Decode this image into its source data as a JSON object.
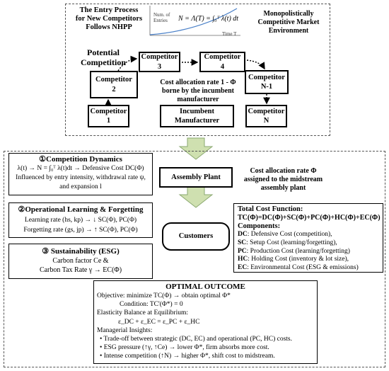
{
  "top": {
    "entry_process": [
      "The Entry Process",
      "for New Competitors",
      "Follows NHPP"
    ],
    "market_env": [
      "Monopolistically",
      "Competitive Market",
      "Environment"
    ],
    "potential": [
      "Potential",
      "Competition"
    ],
    "graph": {
      "ylabel": [
        "Num. of",
        "Entries"
      ],
      "formula": "N = Λ(T) = ∫₀ᵀ λ(t) dt",
      "xlabel": "Time T"
    },
    "competitors": {
      "c1": [
        "Competitor",
        "1"
      ],
      "c2": [
        "Competitor",
        "2"
      ],
      "c3": [
        "Competitor",
        "3"
      ],
      "c4": [
        "Competitor",
        "4"
      ],
      "cn1": [
        "Competitor",
        "N-1"
      ],
      "cn": [
        "Competitor",
        "N"
      ]
    },
    "allocation_text": [
      "Cost allocation rate 1 - Φ",
      "borne by the incumbent",
      "manufacturer"
    ],
    "incumbent": [
      "Incumbent",
      "Manufacturer"
    ]
  },
  "middle": {
    "assembly_plant": "Assembly Plant",
    "customers": "Customers",
    "allocation_phi": [
      "Cost allocation rate Φ",
      "assigned to the midstream",
      "assembly plant"
    ]
  },
  "left": {
    "competition": {
      "title": "①Competition Dynamics",
      "lines": [
        "λ(t) → N = ∫₀ᵀ λ(t)dt → Defensive Cost DC(Φ)",
        "Influenced by entry intensity, withdrawal rate ψ,",
        "and expansion l"
      ]
    },
    "learning": {
      "title": "②Operational Learning & Forgetting",
      "lines": [
        "Learning rate (hs, kp) → ↓ SC(Φ), PC(Φ)",
        "Forgetting rate (gs, jp) → ↑ SC(Φ), PC(Φ)"
      ]
    },
    "esg": {
      "title": "③ Sustainability (ESG)",
      "lines": [
        "Carbon factor Ce &",
        "Carbon Tax Rate γ → EC(Φ)"
      ]
    }
  },
  "right": {
    "title": "Total Cost Function:",
    "formula": "TC(Φ)=DC(Φ)+SC(Φ)+PC(Φ)+HC(Φ)+EC(Φ)",
    "components_title": "Components:",
    "components": [
      {
        "abbr": "DC",
        "text": ": Defensive Cost (competition),"
      },
      {
        "abbr": "SC",
        "text": ": Setup Cost (learning/forgetting),"
      },
      {
        "abbr": "PC",
        "text": ": Production Cost (learning/forgetting)"
      },
      {
        "abbr": "HC",
        "text": ": Holding Cost (inventory & lot size),"
      },
      {
        "abbr": "EC",
        "text": ": Environmental Cost (ESG & emissions)"
      }
    ]
  },
  "outcome": {
    "title": "OPTIMAL OUTCOME",
    "lines": [
      "Objective: minimize TC(Φ) → obtain optimal Φ*",
      "Condition: TC'(Φ*) = 0",
      "Elasticity Balance at Equilibrium:",
      "ε_DC + ε_EC = ε_PC + ε_HC",
      "Managerial Insights:",
      "• Trade-off between strategic (DC, EC) and operational (PC, HC) costs.",
      "• ESG pressure (↑γ, ↑Ce) → lower Φ*, firm absorbs more cost.",
      "• Intense competition (↑N) → higher Φ*, shift cost to midstream."
    ]
  }
}
